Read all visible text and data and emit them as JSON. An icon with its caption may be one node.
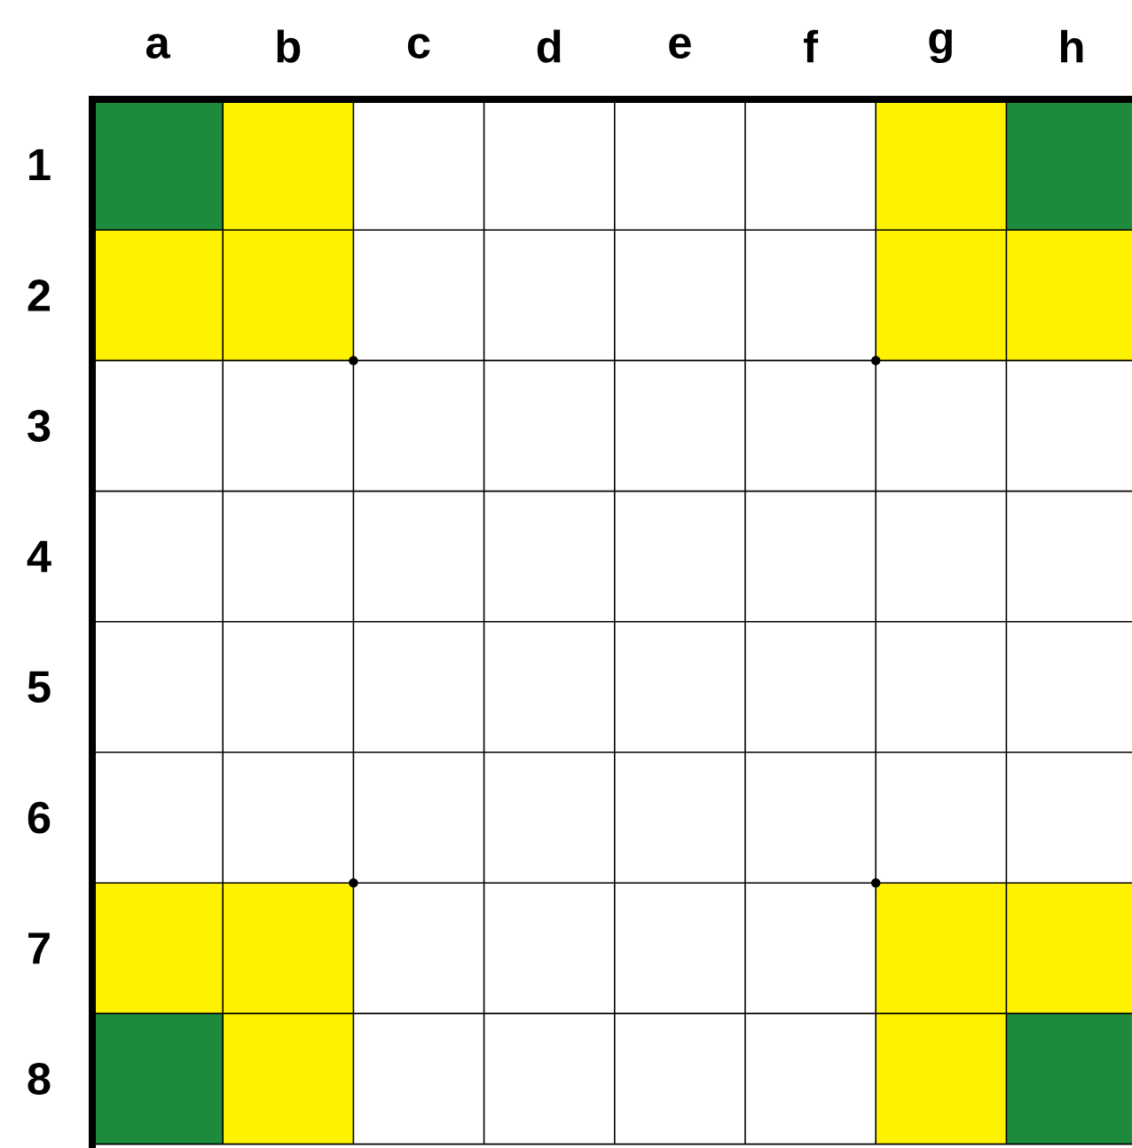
{
  "diagram": {
    "labels": [
      "a",
      "b",
      "c",
      "d",
      "e",
      "f",
      "g",
      "h",
      "1",
      "2",
      "3",
      "4",
      "5",
      "6",
      "7",
      "8"
    ]
  }
}
